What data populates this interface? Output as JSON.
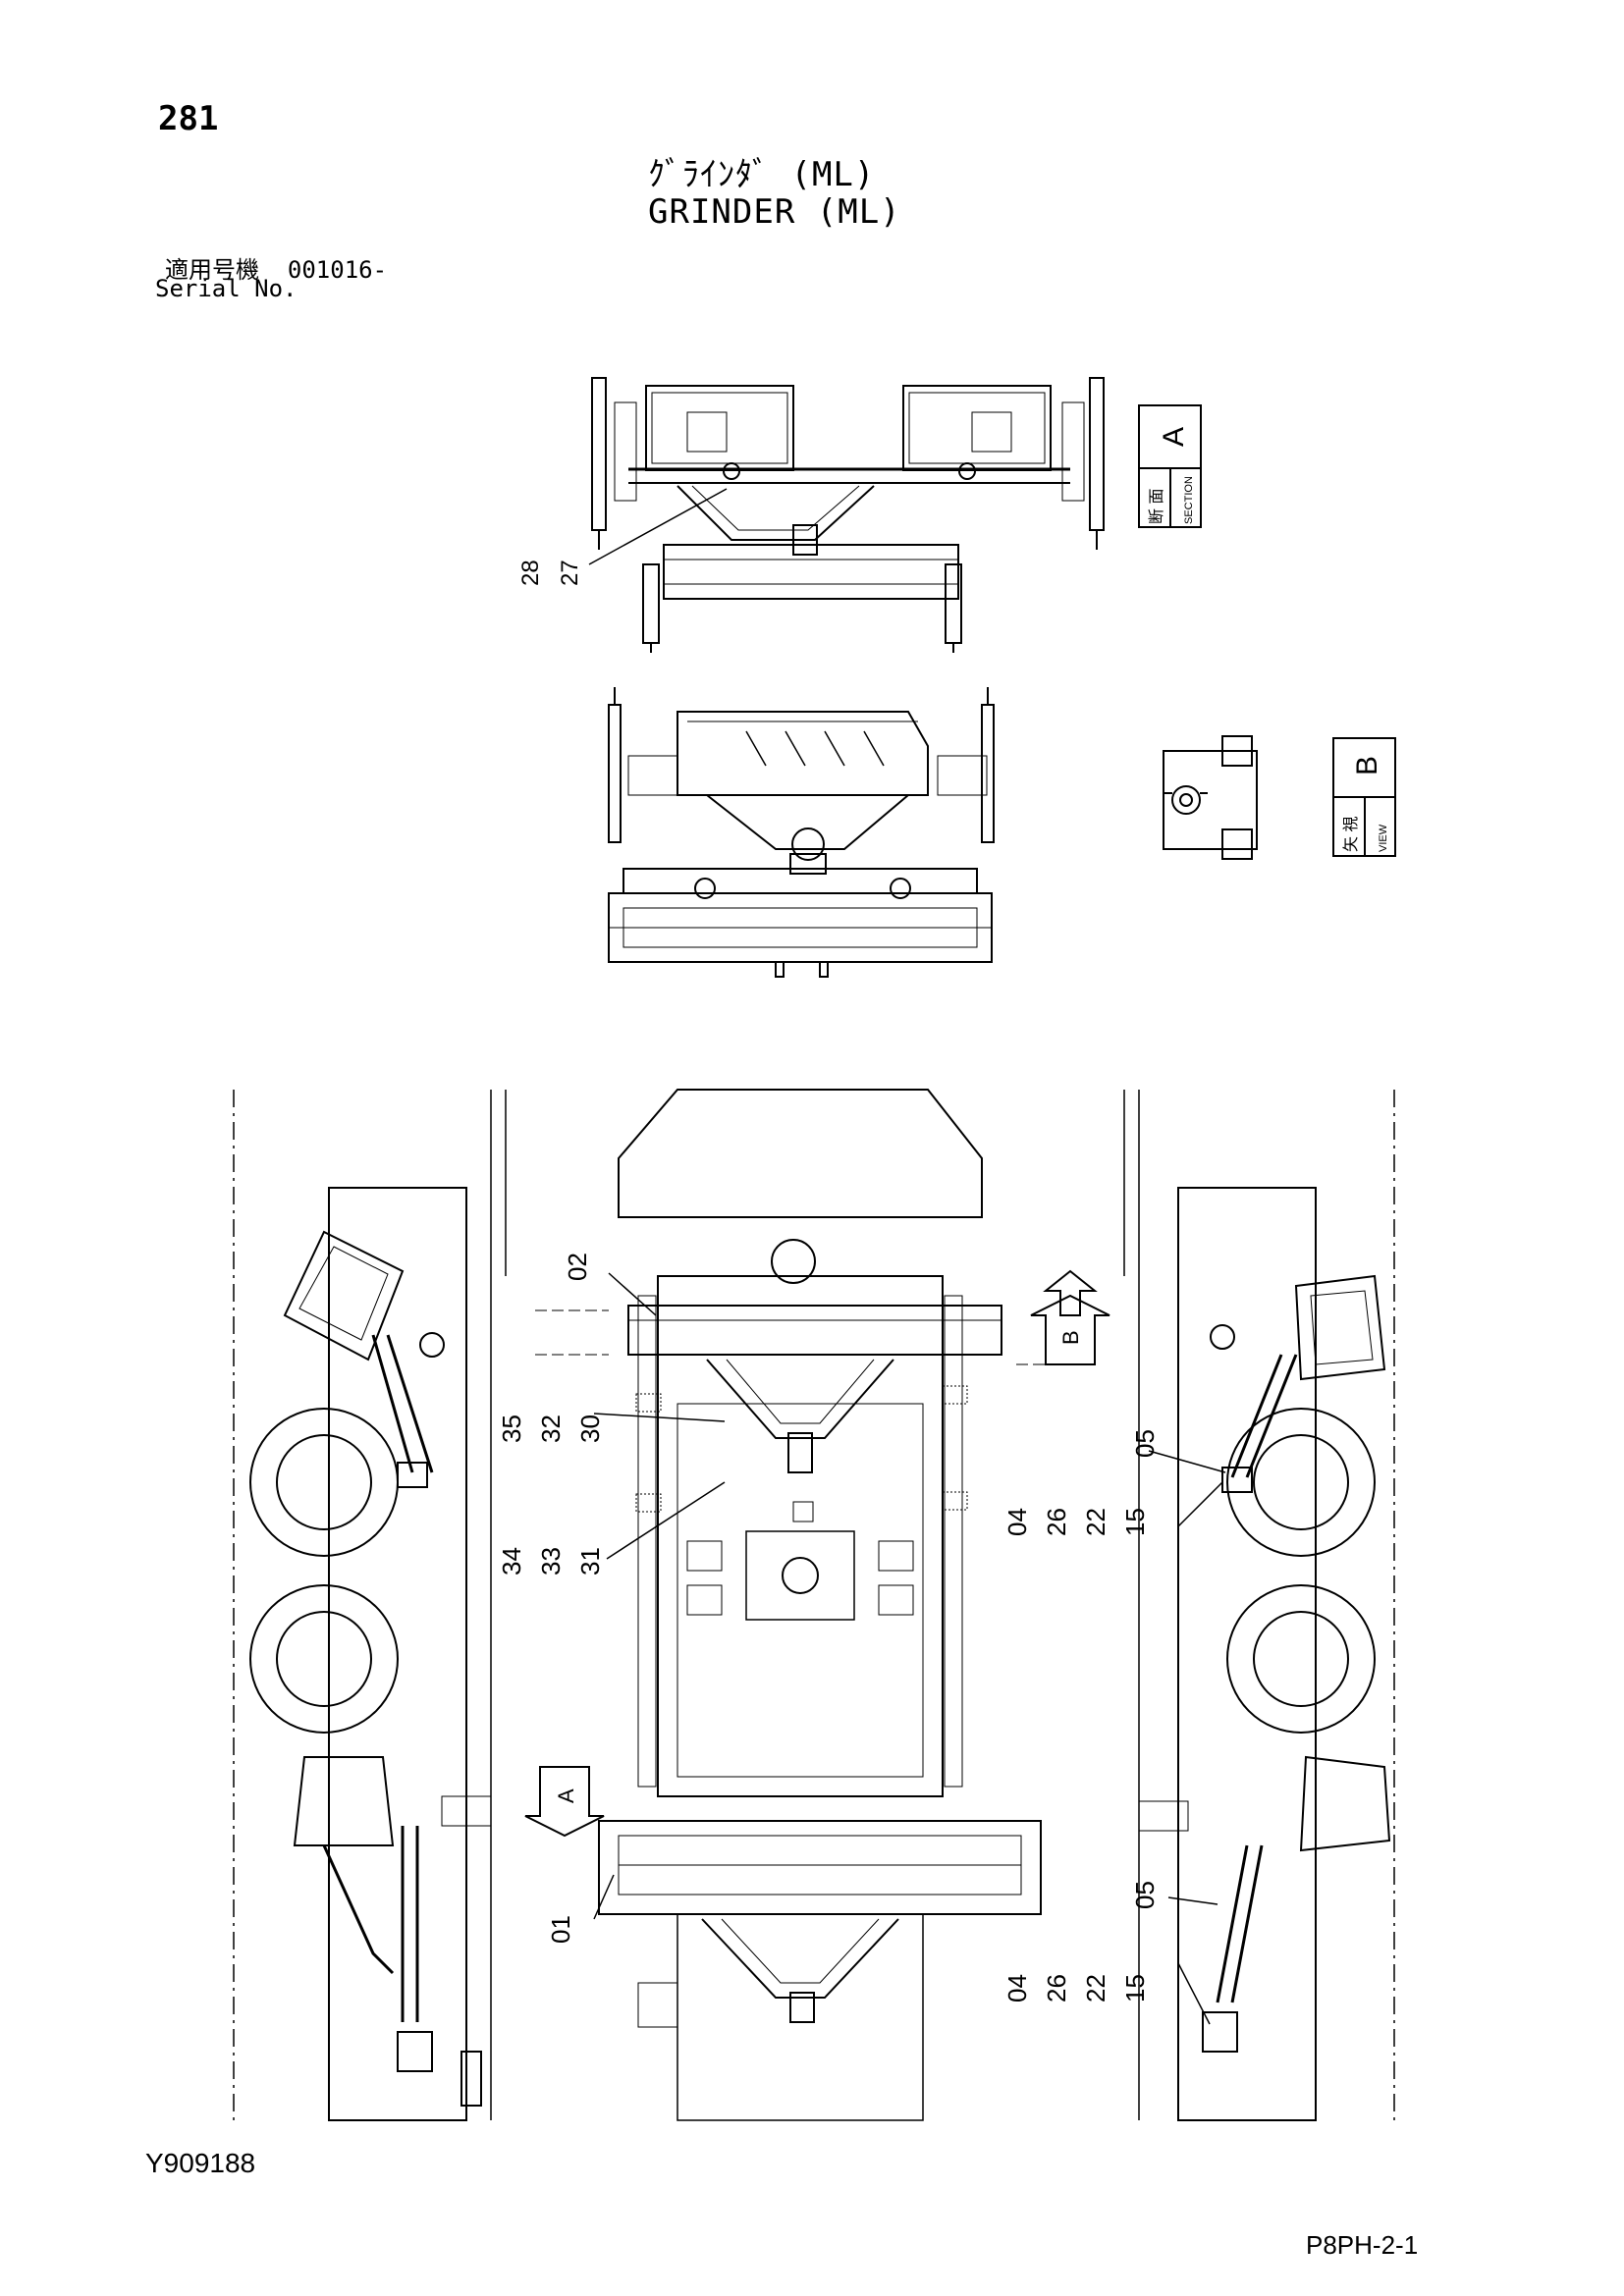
{
  "header": {
    "page_number": "281",
    "title_ja": "ｸﾞﾗｲﾝﾀﾞ (ML)",
    "title_en": "GRINDER (ML)",
    "serial_label_ja": "適用号機",
    "serial_value": "001016-",
    "serial_label_en": "Serial No."
  },
  "views": {
    "section": {
      "letter": "A",
      "label_ja": "断 面",
      "label_en": "SECTION"
    },
    "view": {
      "letter": "B",
      "label_ja": "矢 視",
      "label_en": "VIEW"
    }
  },
  "arrows": {
    "a": "A",
    "b": "B"
  },
  "callouts": {
    "top": [
      "28",
      "27"
    ],
    "left_upper": [
      "35",
      "32",
      "30"
    ],
    "left_lower": [
      "34",
      "33",
      "31"
    ],
    "top_02": "02",
    "bottom_01": "01",
    "right_upper_05": "05",
    "right_upper_group": [
      "04",
      "26",
      "22",
      "15"
    ],
    "right_lower_05": "05",
    "right_lower_group": [
      "04",
      "26",
      "22",
      "15"
    ]
  },
  "footer": {
    "doc_code": "Y909188",
    "page_code": "P8PH-2-1"
  }
}
